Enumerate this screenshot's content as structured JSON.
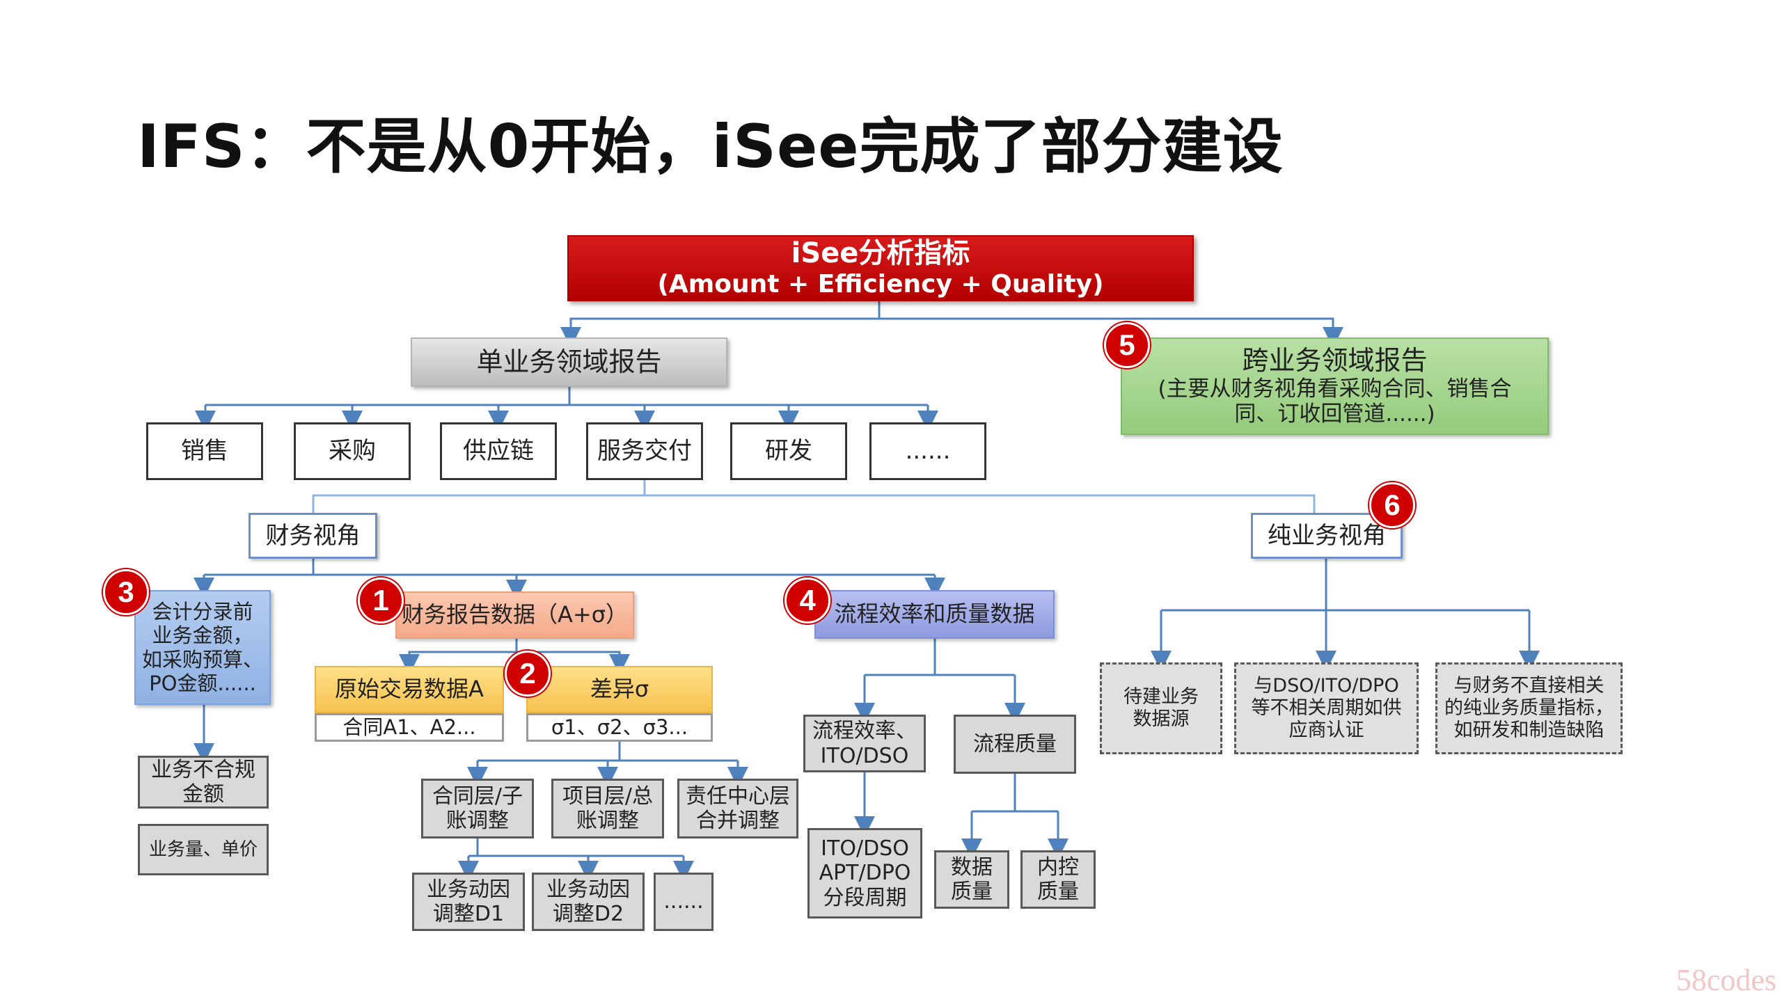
{
  "title": "IFS：不是从0开始，iSee完成了部分建设",
  "colors": {
    "accent_red": "#c00000",
    "connector_blue": "#4f81bd",
    "badge_red": "#d00000"
  },
  "root": {
    "line1": "iSee分析指标",
    "line2": "(Amount + Efficiency + Quality)"
  },
  "single_domain": {
    "label": "单业务领域报告"
  },
  "cross_domain": {
    "line1": "跨业务领域报告",
    "line2": "(主要从财务视角看采购合同、销售合",
    "line3": "同、订收回管道......)"
  },
  "domains": [
    "销售",
    "采购",
    "供应链",
    "服务交付",
    "研发",
    "......"
  ],
  "finance_view": {
    "label": "财务视角"
  },
  "business_view": {
    "label": "纯业务视角"
  },
  "accounting": {
    "lines": [
      "会计分录前",
      "业务金额，",
      "如采购预算、",
      "PO金额......"
    ]
  },
  "noncompliant": {
    "lines": [
      "业务不合规",
      "金额"
    ]
  },
  "volume": {
    "label": "业务量、单价"
  },
  "fin_report": {
    "label": "财务报告数据（A+σ）"
  },
  "orig_data": {
    "label": "原始交易数据A",
    "sub": "合同A1、A2..."
  },
  "variance": {
    "label": "差异σ",
    "sub": "σ1、σ2、σ3..."
  },
  "adjustments": [
    {
      "lines": [
        "合同层/子",
        "账调整"
      ]
    },
    {
      "lines": [
        "项目层/总",
        "账调整"
      ]
    },
    {
      "lines": [
        "责任中心层",
        "合并调整"
      ]
    }
  ],
  "drivers": [
    {
      "lines": [
        "业务动因",
        "调整D1"
      ]
    },
    {
      "lines": [
        "业务动因",
        "调整D2"
      ]
    },
    {
      "lines": [
        "......"
      ]
    }
  ],
  "process": {
    "label": "流程效率和质量数据"
  },
  "proc_eff": {
    "lines": [
      "流程效率、",
      "ITO/DSO"
    ]
  },
  "proc_quality": {
    "label": "流程质量"
  },
  "ito": {
    "lines": [
      "ITO/DSO",
      "APT/DPO",
      "分段周期"
    ]
  },
  "data_quality": {
    "lines": [
      "数据",
      "质量"
    ]
  },
  "internal_control": {
    "lines": [
      "内控",
      "质量"
    ]
  },
  "business_items": [
    {
      "lines": [
        "待建业务",
        "数据源"
      ]
    },
    {
      "lines": [
        "与DSO/ITO/DPO",
        "等不相关周期如供",
        "应商认证"
      ]
    },
    {
      "lines": [
        "与财务不直接相关",
        "的纯业务质量指标，",
        "如研发和制造缺陷"
      ]
    }
  ],
  "badges": [
    "1",
    "2",
    "3",
    "4",
    "5",
    "6"
  ],
  "watermark": "58codes"
}
